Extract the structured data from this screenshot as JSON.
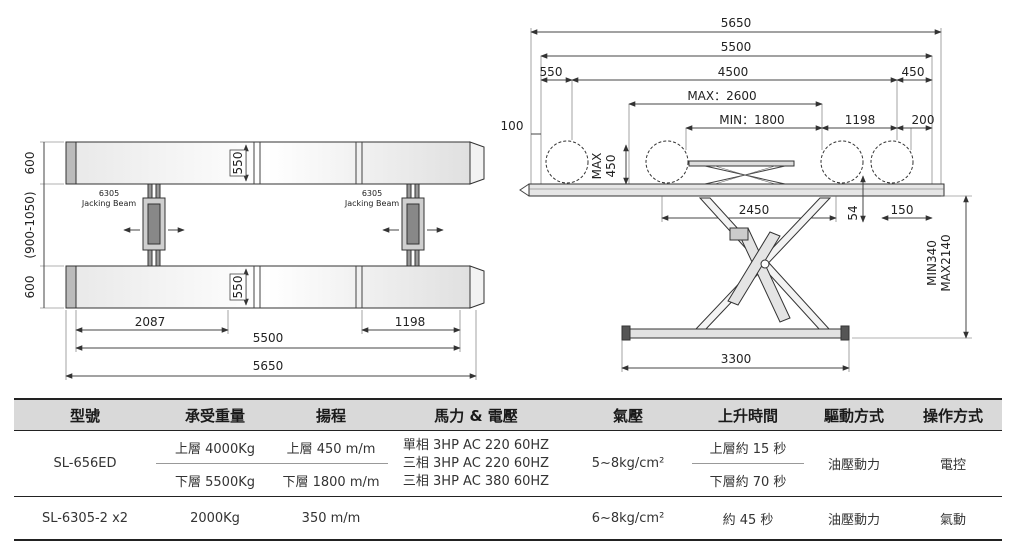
{
  "drawing": {
    "top_view": {
      "beam_label_left": [
        "6305",
        "Jacking Beam"
      ],
      "beam_label_right": [
        "6305",
        "Jacking Beam"
      ],
      "dim_platform_width_top": "600",
      "dim_gap": "(900-1050)",
      "dim_platform_width_bottom": "600",
      "dim_inner_top": "550",
      "dim_inner_bottom": "550",
      "dim_2087": "2087",
      "dim_1198": "1198",
      "dim_5500": "5500",
      "dim_5650": "5650"
    },
    "side_view": {
      "dim_5650": "5650",
      "dim_5500": "5500",
      "dim_550": "550",
      "dim_4500": "4500",
      "dim_450": "450",
      "dim_max2600": "MAX：2600",
      "dim_min1800": "MIN：1800",
      "dim_1198": "1198",
      "dim_200": "200",
      "dim_100": "100",
      "dim_max450": [
        "MAX",
        "450"
      ],
      "dim_2450": "2450",
      "dim_54": "54",
      "dim_150": "150",
      "dim_height": [
        "MIN340",
        "MAX2140"
      ],
      "dim_3300": "3300"
    }
  },
  "table": {
    "headers": [
      "型號",
      "承受重量",
      "揚程",
      "馬力 & 電壓",
      "氣壓",
      "上升時間",
      "驅動方式",
      "操作方式"
    ],
    "row1": {
      "model": "SL-656ED",
      "load_upper": "上層 4000Kg",
      "lift_upper": "上層 450 m/m",
      "power": [
        "單相 3HP AC 220 60HZ",
        "三相 3HP AC 220 60HZ",
        "三相 3HP AC 380 60HZ"
      ],
      "pressure": "5~8kg/cm²",
      "rise_upper": "上層約 15 秒",
      "drive": "油壓動力",
      "operation": "電控",
      "load_lower": "下層 5500Kg",
      "lift_lower": "下層 1800 m/m",
      "rise_lower": "下層約 70 秒"
    },
    "row2": {
      "model": "SL-6305-2 x2",
      "load": "2000Kg",
      "lift": "350 m/m",
      "power": "",
      "pressure": "6~8kg/cm²",
      "rise": "約 45 秒",
      "drive": "油壓動力",
      "operation": "氣動"
    }
  }
}
